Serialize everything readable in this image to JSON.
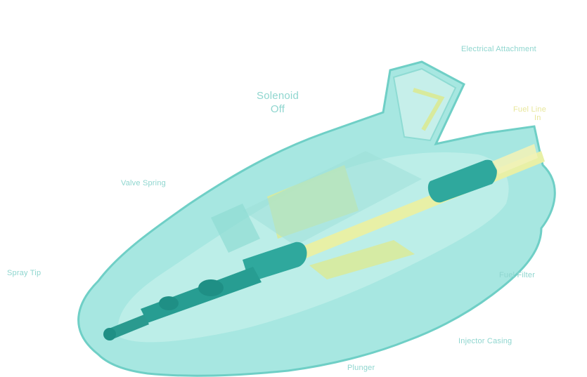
{
  "diagram": {
    "colors": {
      "body_fill": "#a7e7e1",
      "body_stroke": "#6fcfc6",
      "light_fill": "#c6efea",
      "dark_fill": "#2fa89d",
      "coil_fill": "#d8ea9c",
      "label_color": "#8fd6cf",
      "yellow_label": "#e8e79c"
    },
    "labels": {
      "electrical_attachment": "Electrical Attachment",
      "solenoid_line1": "Solenoid",
      "solenoid_line2": "Off",
      "yellow_label_line1": "Fuel Line",
      "yellow_label_line2": "In",
      "valve_spring": "Valve Spring",
      "spray_tip": "Spray Tip",
      "fuel_filter": "Fuel Filter",
      "injector_casing": "Injector Casing",
      "plunger": "Plunger"
    }
  }
}
